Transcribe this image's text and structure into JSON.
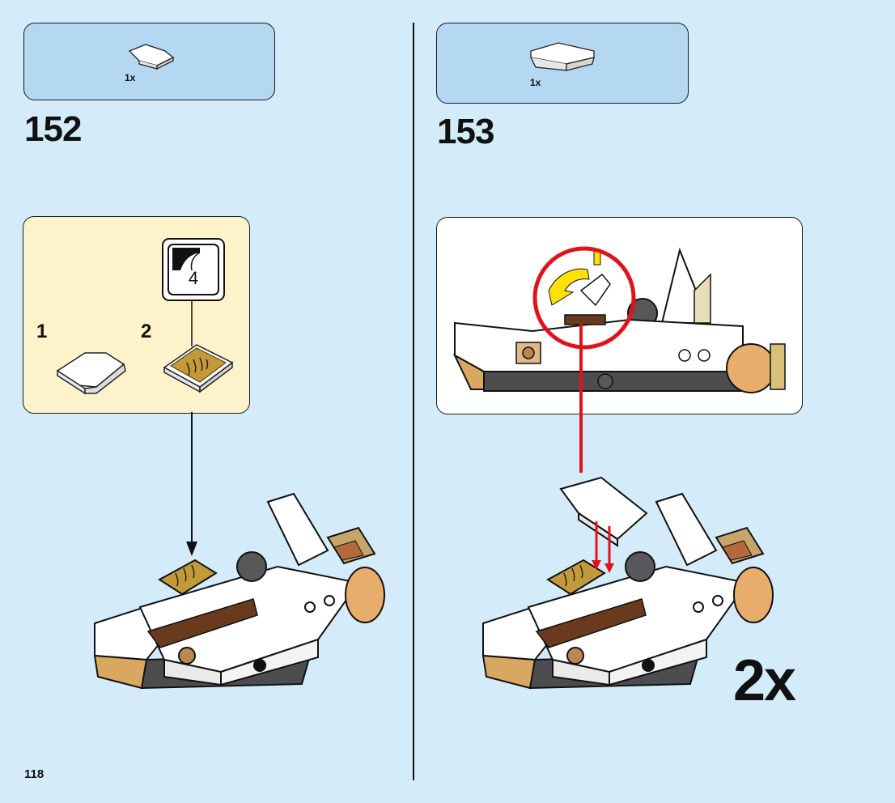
{
  "page": {
    "number": "118"
  },
  "steps": [
    {
      "number": "152",
      "parts": [
        {
          "qty": "1x",
          "icon": "curved-slope-white-brick-icon"
        }
      ],
      "sub_steps": [
        {
          "label": "1",
          "icon": "curved-slope-white-brick-icon"
        },
        {
          "label": "2",
          "icon": "gold-decorated-tile-icon"
        }
      ],
      "sticker": {
        "number": "4",
        "icon": "sticker-sheet-icon"
      }
    },
    {
      "number": "153",
      "parts": [
        {
          "qty": "1x",
          "icon": "white-windscreen-brick-icon"
        }
      ],
      "multiplier": "2x"
    }
  ],
  "colors": {
    "page_background": "#d4ebfa",
    "parts_box": "#b4d8f2",
    "sub_assembly_box": "#fdf3cb",
    "callout_box": "#ffffff",
    "highlight_circle": "#e0131b",
    "arrow_yellow": "#ffe100",
    "gold": "#d9a860",
    "dark_grey": "#58585a"
  }
}
